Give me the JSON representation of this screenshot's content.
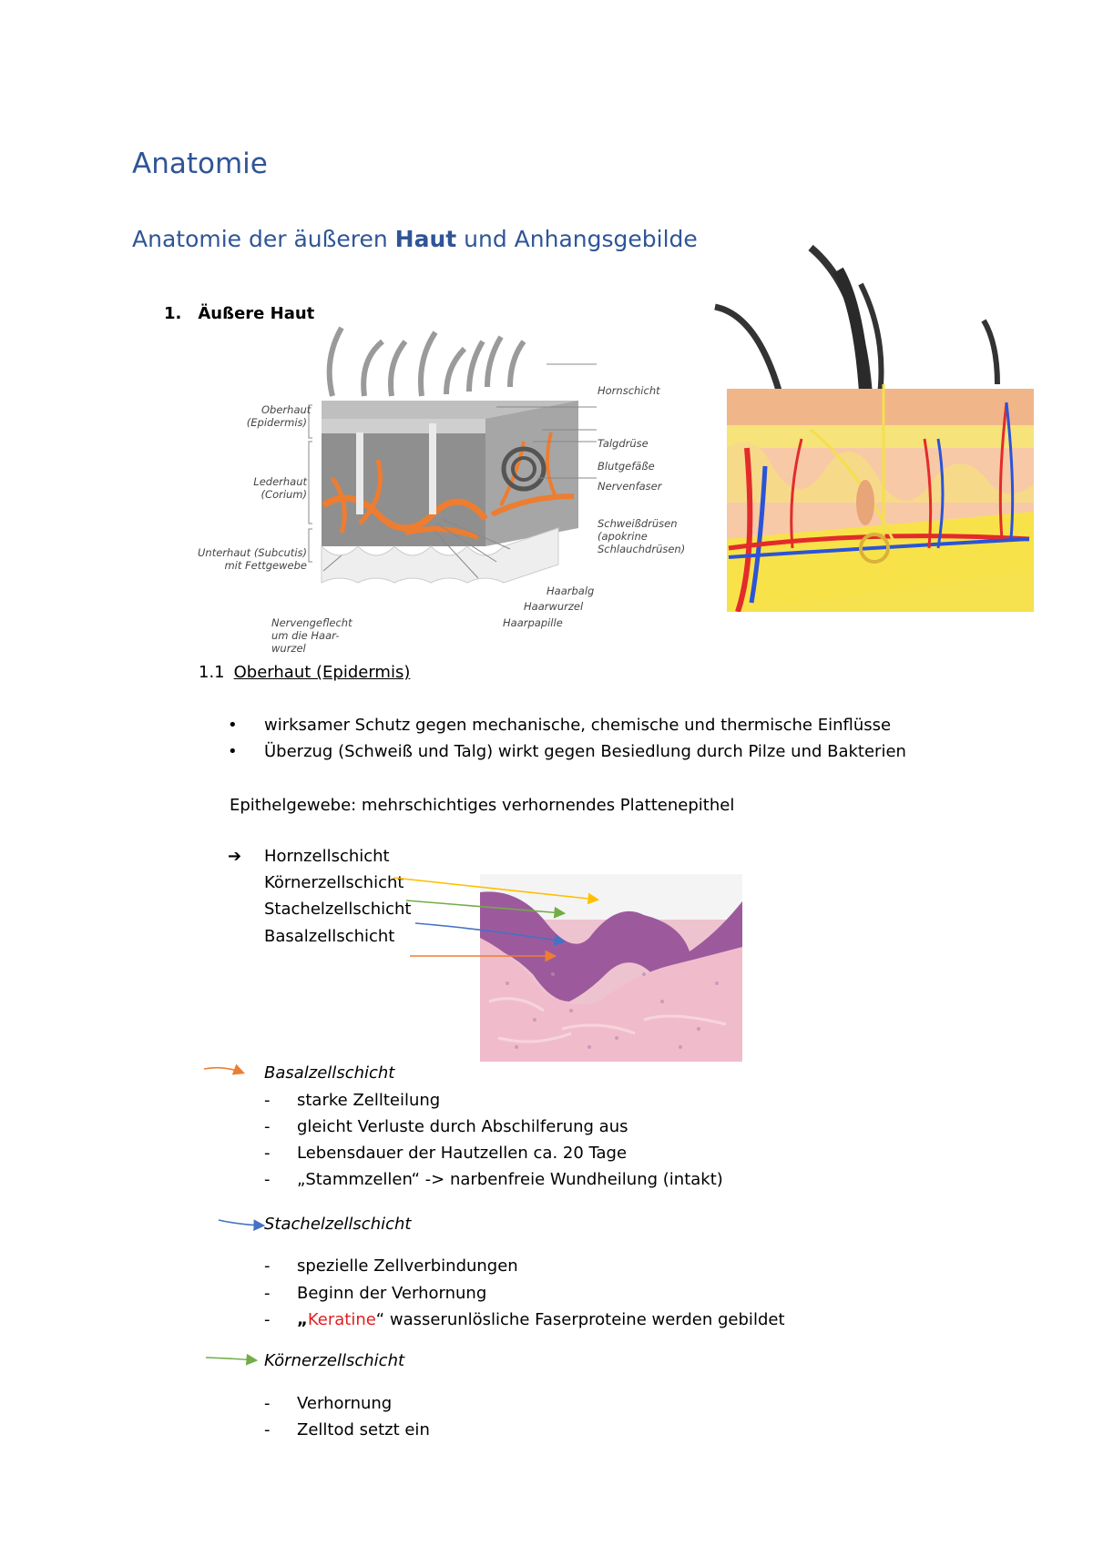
{
  "title": "Anatomie",
  "subtitle": {
    "pre": "Anatomie der äußeren ",
    "bold": "Haut",
    "post": " und Anhangsgebilde"
  },
  "section": {
    "number": "1.",
    "label": "Äußere Haut"
  },
  "diagram_labels": {
    "oberhaut": "Oberhaut",
    "epidermis": "(Epidermis)",
    "lederhaut": "Lederhaut",
    "corium": "(Corium)",
    "unterhaut": "Unterhaut (Subcutis)",
    "fett": "mit Fettgewebe",
    "nerv1": "Nervengeflecht",
    "nerv2": "um die Haar-",
    "nerv3": "wurzel",
    "hornschicht": "Hornschicht",
    "talg": "Talgdrüse",
    "blut": "Blutgefäße",
    "nervenfaser": "Nervenfaser",
    "schweiss1": "Schweißdrüsen",
    "schweiss2": "(apokrine",
    "schweiss3": "Schlauchdrüsen)",
    "haarbalg": "Haarbalg",
    "haarwurzel": "Haarwurzel",
    "haarpapille": "Haarpapille"
  },
  "subsection": {
    "number": "1.1",
    "label": "Oberhaut (Epidermis)"
  },
  "bullets": [
    "wirksamer Schutz gegen mechanische, chemische und thermische Einflüsse",
    "Überzug (Schweiß und Talg) wirkt gegen Besiedlung durch Pilze und Bakterien"
  ],
  "epithel": "Epithelgewebe: mehrschichtiges verhornendes Plattenepithel",
  "layers": [
    "Hornzellschicht",
    "Körnerzellschicht",
    "Stachelzellschicht",
    "Basalzellschicht"
  ],
  "basal": {
    "heading": "Basalzellschicht",
    "items": [
      "starke Zellteilung",
      "gleicht Verluste durch Abschilferung aus",
      "Lebensdauer der Hautzellen ca. 20 Tage",
      "„Stammzellen“ -> narbenfreie Wundheilung (intakt)"
    ]
  },
  "stachel": {
    "heading": "Stachelzellschicht",
    "items": [
      "spezielle Zellverbindungen",
      "Beginn der Verhornung"
    ],
    "keratine": {
      "pre": "„",
      "red": "Keratine",
      "post": "“ wasserunlösliche Faserproteine werden gebildet"
    }
  },
  "koerner": {
    "heading": "Körnerzellschicht",
    "items": [
      "Verhornung",
      "Zelltod setzt ein"
    ]
  },
  "dash": "-",
  "colors": {
    "heading": "#2f5597",
    "orange": "#ed7d31",
    "blue": "#4472c4",
    "green": "#70ad47",
    "yellow": "#ffc000",
    "red": "#e02020"
  }
}
